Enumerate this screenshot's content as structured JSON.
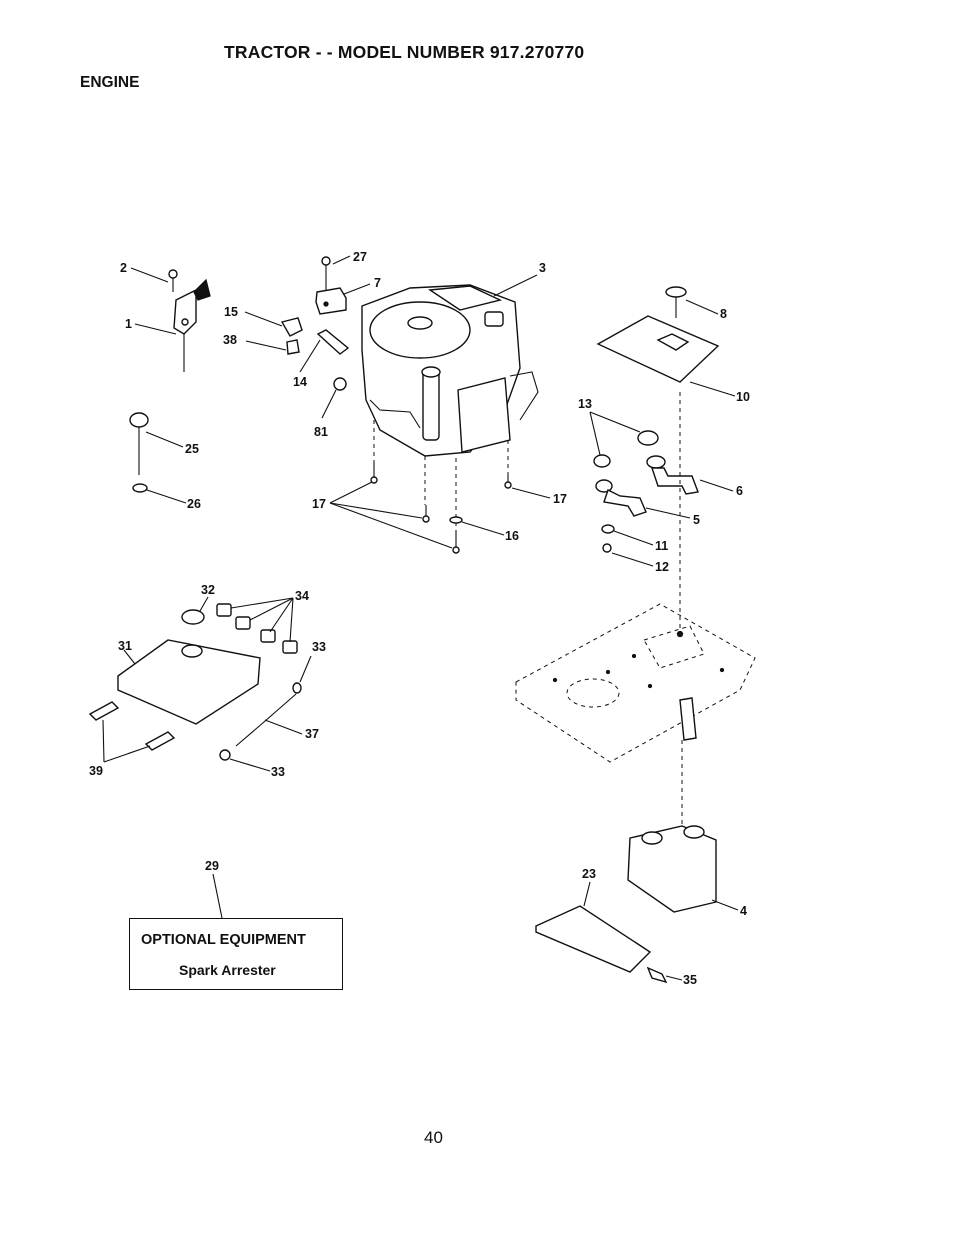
{
  "header": {
    "title": "TRACTOR - - MODEL NUMBER 917.270770",
    "section": "ENGINE"
  },
  "callouts": [
    "2",
    "1",
    "27",
    "7",
    "3",
    "15",
    "38",
    "14",
    "8",
    "81",
    "10",
    "13",
    "25",
    "6",
    "26",
    "17",
    "17",
    "5",
    "16",
    "11",
    "12",
    "32",
    "34",
    "31",
    "33",
    "37",
    "39",
    "33",
    "29",
    "23",
    "4",
    "35"
  ],
  "optional_box": {
    "title": "OPTIONAL EQUIPMENT",
    "item": "Spark Arrester"
  },
  "footer": {
    "page_number": "40"
  }
}
